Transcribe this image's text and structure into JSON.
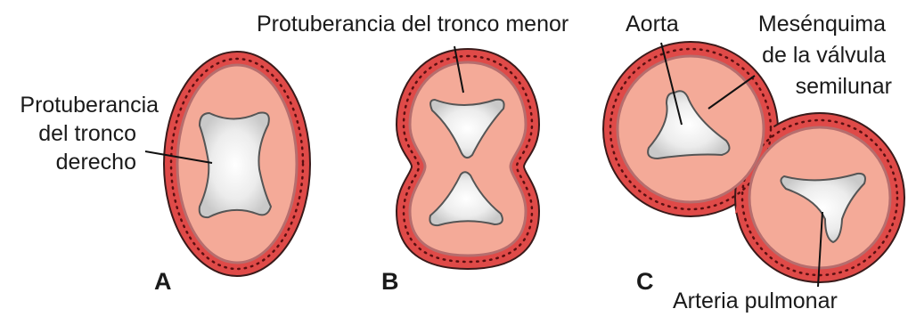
{
  "figure": {
    "panels": {
      "a": {
        "letter": "A"
      },
      "b": {
        "letter": "B"
      },
      "c": {
        "letter": "C"
      }
    },
    "labels": {
      "right_swelling": [
        "Protuberancia",
        "del tronco",
        "derecho"
      ],
      "minor_swelling": "Protuberancia del tronco menor",
      "aorta": "Aorta",
      "mesenchyme": [
        "Mesénquima",
        "de la válvula",
        "semilunar"
      ],
      "pulmonary_artery": "Arteria pulmonar"
    },
    "colors": {
      "wall": "#df4a48",
      "mesenchyme": "#f4aa98",
      "inner_ring": "#b66e6e",
      "lumen": "#e6e6e6",
      "dots": "#5a0f10"
    }
  }
}
